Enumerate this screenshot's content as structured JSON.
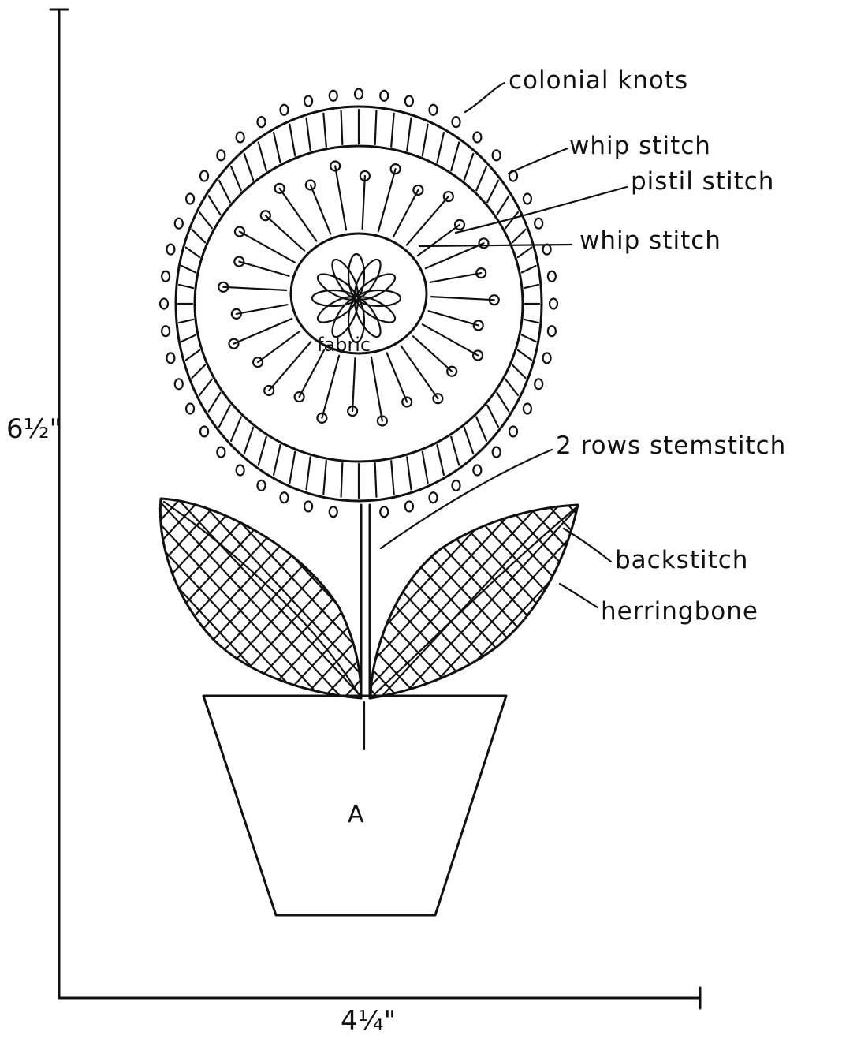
{
  "dimensions": {
    "height": "6½\"",
    "width": "4¼\""
  },
  "labels": {
    "colonial_knots": "colonial knots",
    "whip_stitch_outer": "whip stitch",
    "pistil_stitch": "pistil stitch",
    "whip_stitch_inner": "whip stitch",
    "fabric": "fabric",
    "stemstitch": "2 rows stemstitch",
    "backstitch": "backstitch",
    "herringbone": "herringbone",
    "pot": "A"
  },
  "colors": {
    "ink": "#111111",
    "paper": "#ffffff"
  }
}
